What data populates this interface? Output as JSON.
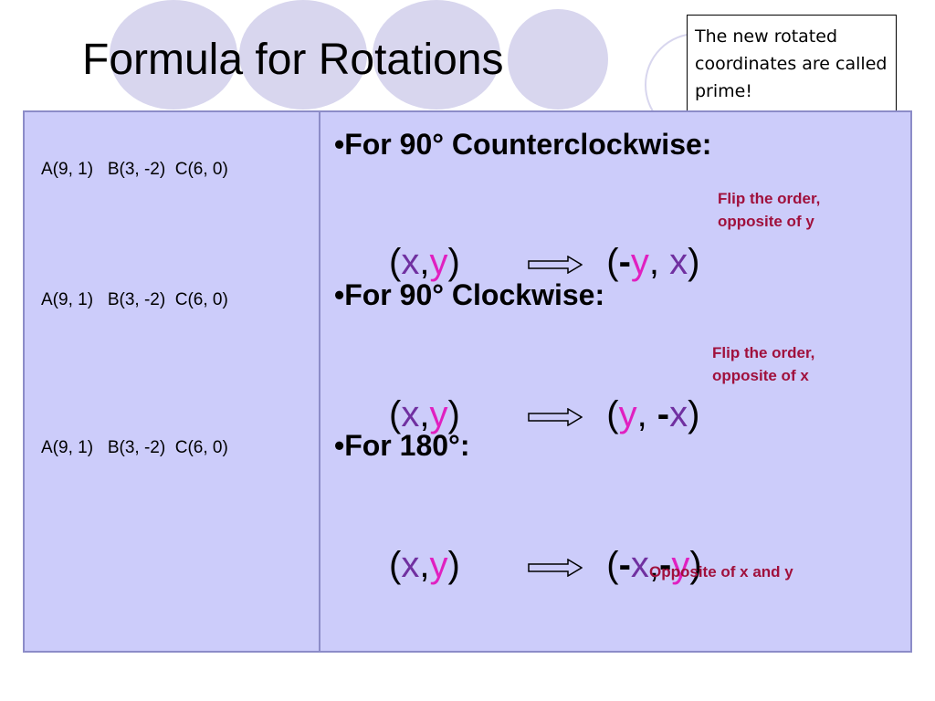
{
  "slide": {
    "title": "Formula for Rotations",
    "callout": "The new rotated coordinates are called prime!"
  },
  "points": {
    "row1": "A(9, 1)   B(3, -2)  C(6, 0)",
    "row2": "A(9, 1)   B(3, -2)  C(6, 0)",
    "row3": "A(9, 1)   B(3, -2)  C(6, 0)"
  },
  "rules": [
    {
      "heading": "•For 90° Counterclockwise:",
      "note_line1": "Flip the order,",
      "note_line2": "opposite of y"
    },
    {
      "heading": "•For 90° Clockwise:",
      "note_line1": "Flip the order,",
      "note_line2": "opposite of x"
    },
    {
      "heading": "•For 180°:",
      "note_line1": "Opposite of x and y"
    }
  ],
  "colors": {
    "panel": "#ccccfa",
    "x_var": "#7030a0",
    "y_var": "#e020c0",
    "note": "#a0103c"
  }
}
